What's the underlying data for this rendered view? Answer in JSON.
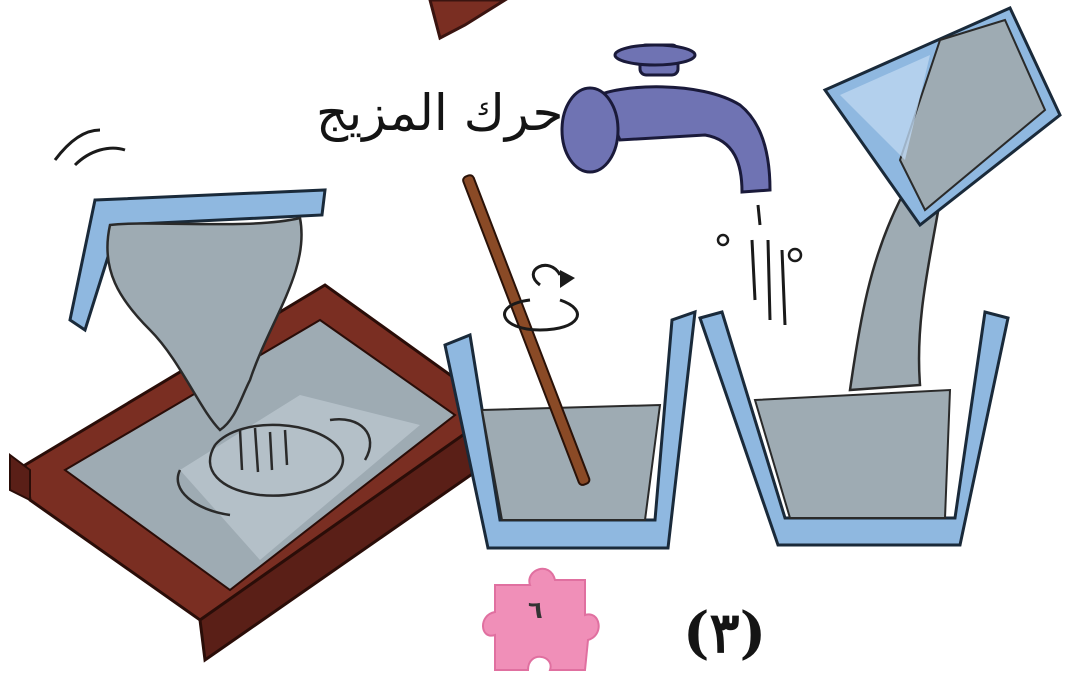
{
  "caption": "حرك المزيج",
  "step_label": "(٣)",
  "page_number": "٦",
  "colors": {
    "tray_wood": "#7a2e22",
    "tray_wood_dark": "#5a1f17",
    "mixture": "#9eabb3",
    "mixture_light": "#c7d2d8",
    "glass": "#8fb8e0",
    "tap": "#6f73b3",
    "stick": "#8a4a26",
    "puzzle": "#f08fb8"
  },
  "icons": [
    "water-tap-icon",
    "stirring-stick-icon",
    "rotation-arrow-icon",
    "puzzle-piece-icon"
  ]
}
